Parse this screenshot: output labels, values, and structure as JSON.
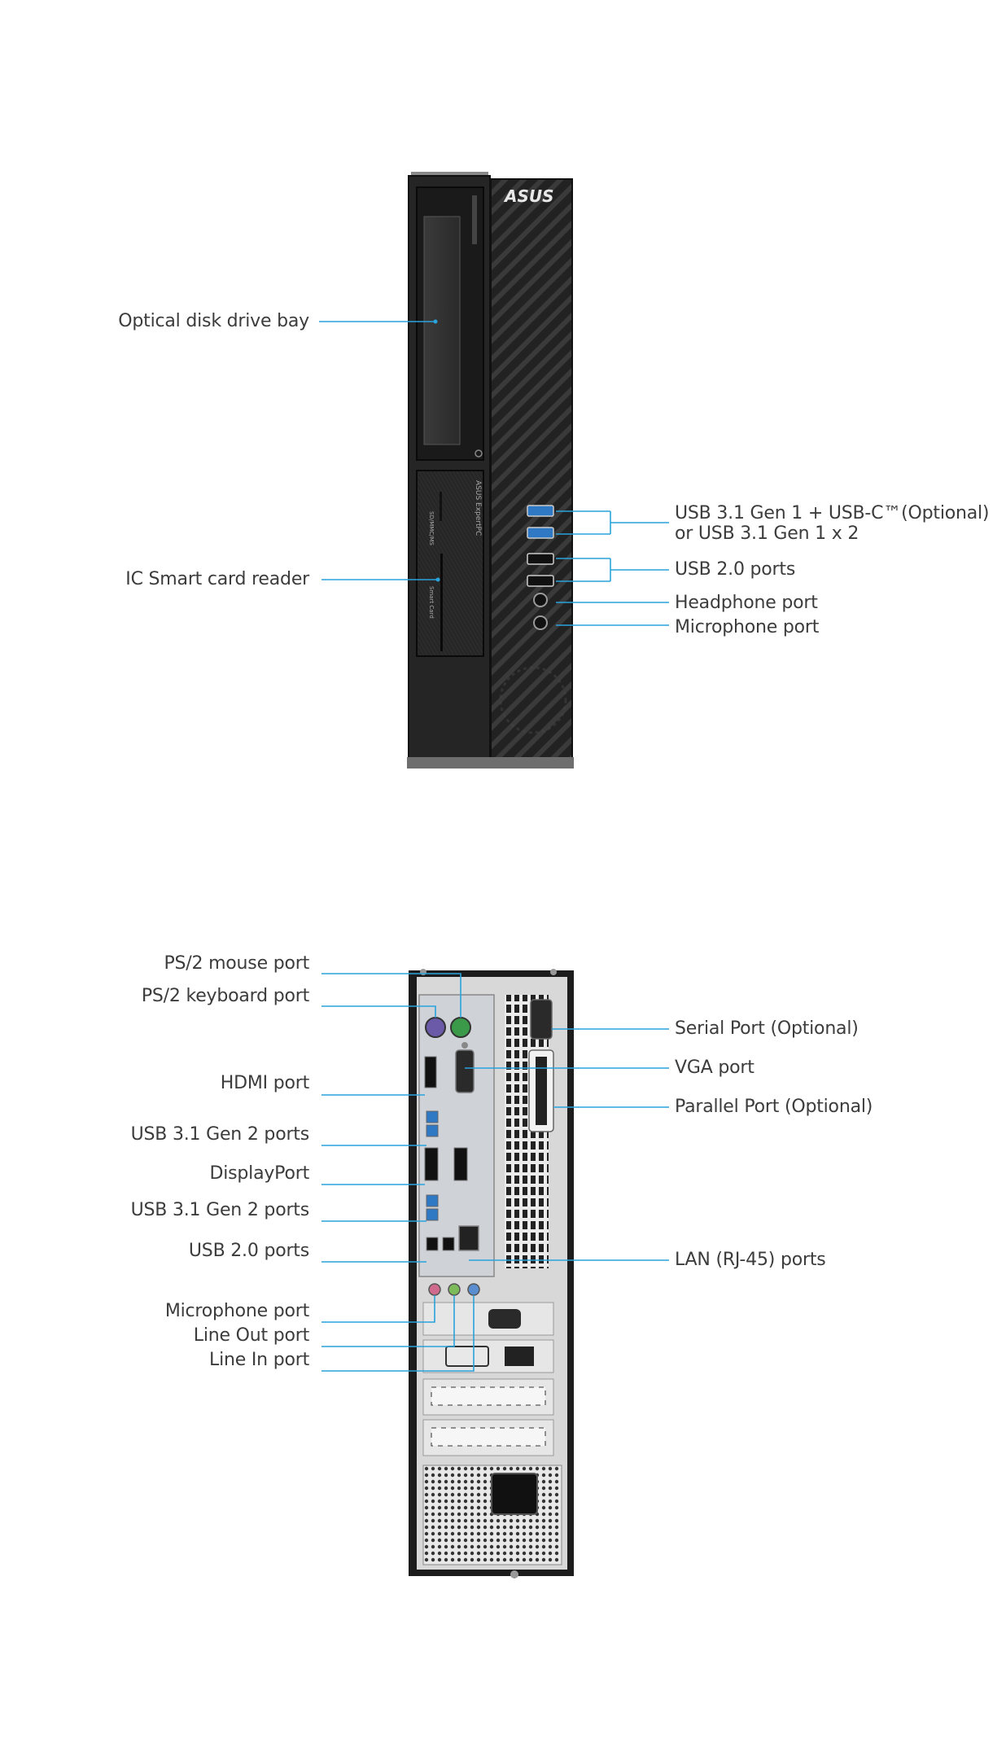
{
  "front_view": {
    "brand_logo": "ASUS",
    "side_text": "ASUS ExpertPC",
    "reader_text_1": "SD/MMC/MS",
    "reader_text_2": "Smart Card",
    "callouts": [
      {
        "id": "optical",
        "label": "Optical disk drive bay"
      },
      {
        "id": "smartcard",
        "label": "IC Smart card reader"
      },
      {
        "id": "usb31",
        "label": "USB 3.1 Gen 1 + USB-C™(Optional)",
        "label_line2": "or USB 3.1 Gen 1 x 2"
      },
      {
        "id": "usb20",
        "label": "USB 2.0 ports"
      },
      {
        "id": "headphone",
        "label": "Headphone port"
      },
      {
        "id": "microphone",
        "label": "Microphone port"
      }
    ]
  },
  "rear_view": {
    "callouts_left": [
      {
        "id": "ps2mouse",
        "label": "PS/2 mouse port"
      },
      {
        "id": "ps2kbd",
        "label": "PS/2 keyboard port"
      },
      {
        "id": "hdmi",
        "label": "HDMI port"
      },
      {
        "id": "usb31g2a",
        "label": "USB 3.1 Gen 2 ports"
      },
      {
        "id": "dp",
        "label": "DisplayPort"
      },
      {
        "id": "usb31g2b",
        "label": "USB 3.1 Gen 2 ports"
      },
      {
        "id": "usb20r",
        "label": "USB 2.0 ports"
      },
      {
        "id": "mic",
        "label": "Microphone port"
      },
      {
        "id": "lineout",
        "label": "Line Out port"
      },
      {
        "id": "linein",
        "label": "Line In port"
      }
    ],
    "callouts_right": [
      {
        "id": "serial",
        "label": "Serial Port (Optional)"
      },
      {
        "id": "vga",
        "label": "VGA port"
      },
      {
        "id": "parallel",
        "label": "Parallel Port (Optional)"
      },
      {
        "id": "lan",
        "label": "LAN (RJ-45) ports"
      }
    ]
  },
  "colors": {
    "leader_line": "#29a3dc",
    "chassis": "#1e1e1e",
    "usb3_blue": "#2f78c4",
    "ps2_purple": "#6b5aa8",
    "ps2_green": "#3a9a4a",
    "audio_pink": "#d06a8c",
    "audio_green": "#7dbb5a",
    "audio_blue": "#5a8ed0"
  }
}
